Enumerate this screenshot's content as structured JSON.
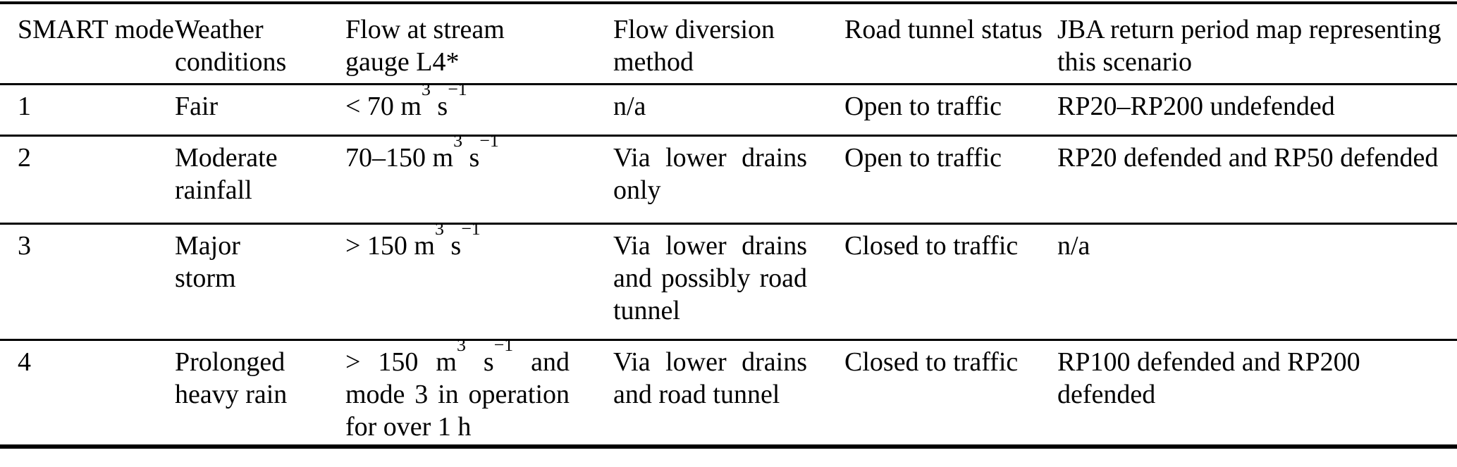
{
  "table": {
    "columns": [
      {
        "label": "SMART mode"
      },
      {
        "label": "Weather conditions"
      },
      {
        "label": "Flow at stream gauge L4*"
      },
      {
        "label": "Flow diversion method"
      },
      {
        "label": "Road tunnel status"
      },
      {
        "label": "JBA return period map representing this scenario"
      }
    ],
    "rows": [
      {
        "mode": "1",
        "weather": "Fair",
        "flow": {
          "pre": "< 70 m",
          "sup1": "3",
          "mid": " s",
          "sup2": "−1",
          "post": ""
        },
        "diversion": "n/a",
        "tunnel": "Open to traffic",
        "jba": "RP20–RP200 undefended"
      },
      {
        "mode": "2",
        "weather": "Moderate rainfall",
        "flow": {
          "pre": "70–150 m",
          "sup1": "3",
          "mid": " s",
          "sup2": "−1",
          "post": ""
        },
        "diversion": "Via lower drains only",
        "tunnel": "Open to traffic",
        "jba": "RP20 defended and RP50 defended"
      },
      {
        "mode": "3",
        "weather": "Major storm",
        "flow": {
          "pre": "> 150 m",
          "sup1": "3",
          "mid": " s",
          "sup2": "−1",
          "post": ""
        },
        "diversion": "Via lower drains and possibly road tunnel",
        "tunnel": "Closed to traffic",
        "jba": "n/a"
      },
      {
        "mode": "4",
        "weather": "Prolonged heavy rain",
        "flow": {
          "pre": "> 150 m",
          "sup1": "3",
          "mid": " s",
          "sup2": "−1",
          "post": " and mode 3 in operation for over 1 h"
        },
        "diversion": "Via lower drains and road tunnel",
        "tunnel": "Closed to traffic",
        "jba": "RP100 defended and RP200 defended"
      }
    ]
  }
}
